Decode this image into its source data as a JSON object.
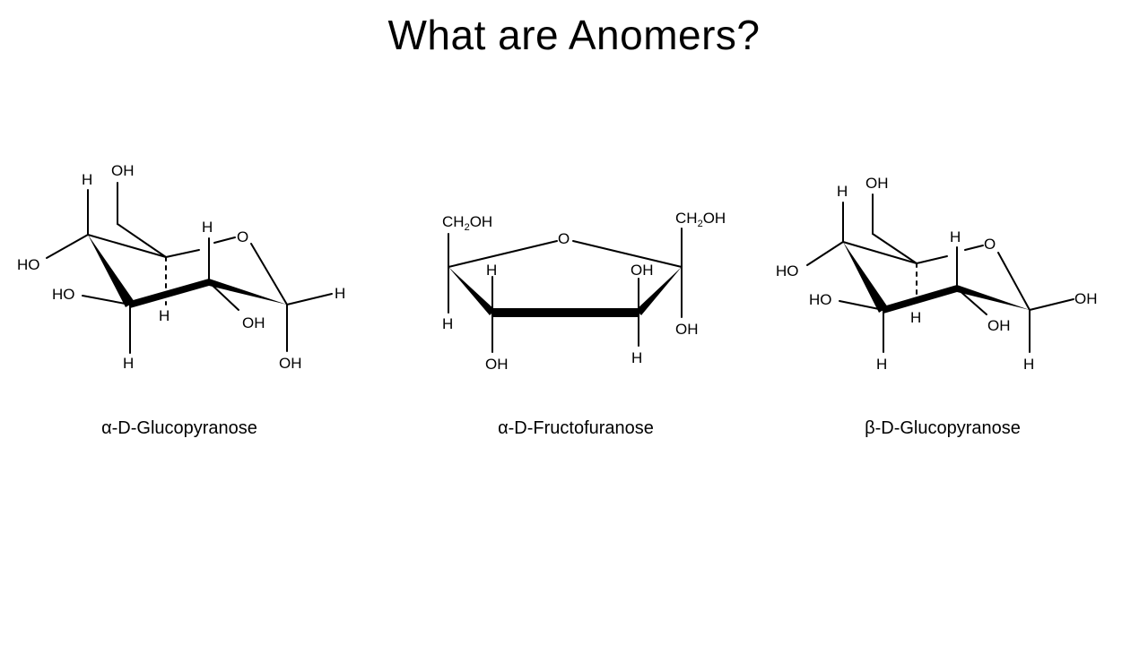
{
  "slide": {
    "title": "What are Anomers?"
  },
  "molecules": [
    {
      "name": "α-D-Glucopyranose",
      "labels": {
        "h_c4": "H",
        "ch2oh_oh": "OH",
        "ho_c4": "HO",
        "ho_c3": "HO",
        "h_c5": "H",
        "o_ring": "O",
        "h_c1": "H",
        "h_c2": "H",
        "oh_c2": "OH",
        "h_c3": "H",
        "oh_c1": "OH"
      }
    },
    {
      "name": "α-D-Fructofuranose",
      "labels": {
        "ch2oh_left": "CH2OH",
        "o_ring": "O",
        "ch2oh_right": "CH2OH",
        "h_c5": "H",
        "oh_c2top": "OH",
        "h_c4": "H",
        "oh_c2": "OH",
        "oh_c4": "OH",
        "h_c3": "H"
      }
    },
    {
      "name": "β-D-Glucopyranose",
      "labels": {
        "h_c4": "H",
        "ch2oh_oh": "OH",
        "h_c5": "H",
        "o_ring": "O",
        "ho_c4": "HO",
        "ho_c3": "HO",
        "oh_c1": "OH",
        "h_c2": "H",
        "oh_c2": "OH",
        "h_c3": "H",
        "h_c1": "H"
      }
    }
  ]
}
